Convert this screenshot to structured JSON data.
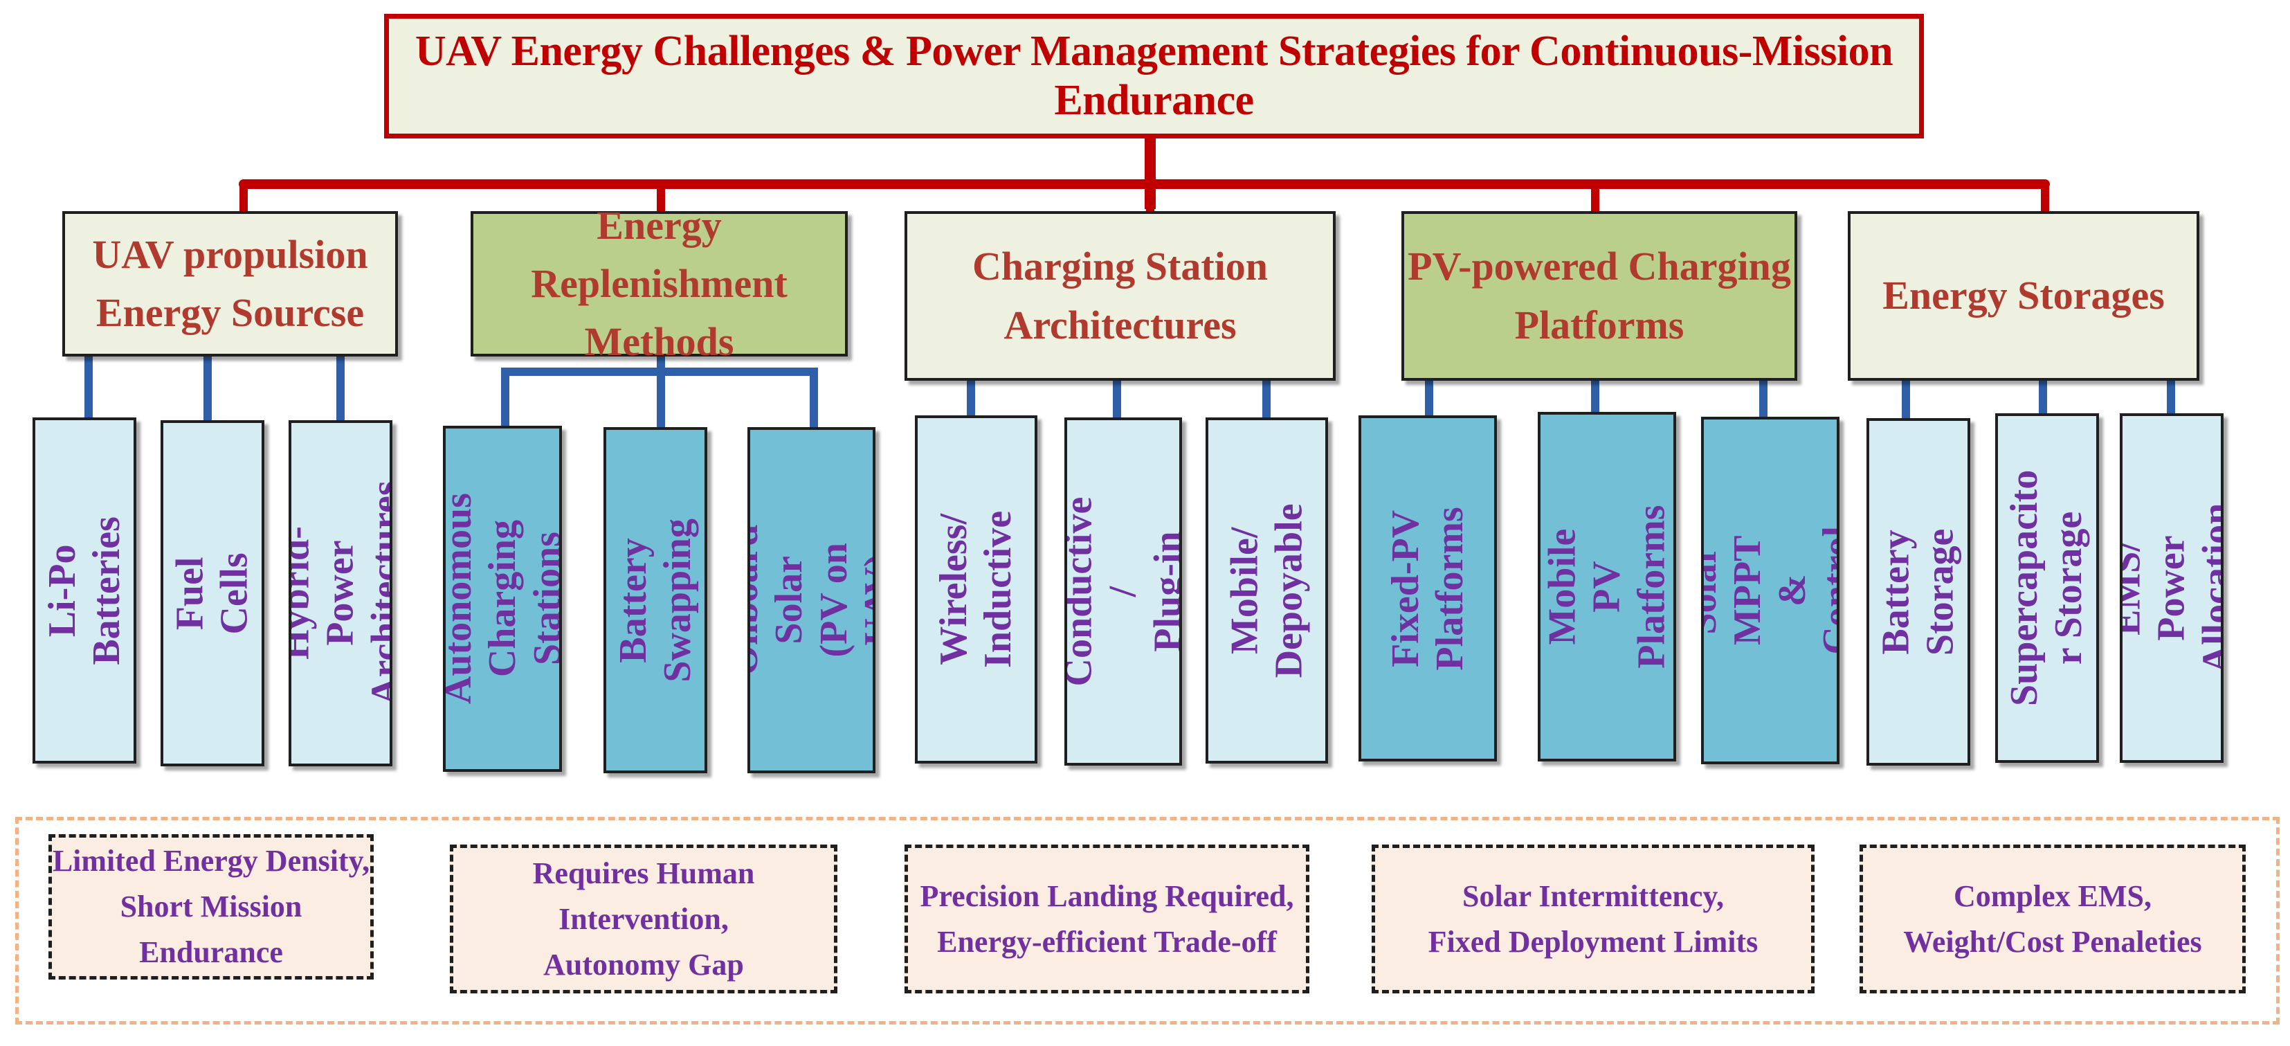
{
  "title": "UAV Energy Challenges & Power Management Strategies for Continuous-Mission Endurance",
  "colors": {
    "title_border": "#c00000",
    "title_text": "#c00000",
    "trunk_line": "#c00000",
    "branch_line": "#2e5fa8",
    "category_light_fill": "#eef1df",
    "category_green_fill": "#b9cf8b",
    "category_text": "#b03a2e",
    "leaf_pale_fill": "#d4ecf2",
    "leaf_teal_fill": "#72bfd6",
    "leaf_text": "#7030a0",
    "challenge_fill": "#fcede3",
    "challenge_frame": "#f4b183"
  },
  "categories": [
    {
      "label": "UAV propulsion\nEnergy Sourcse",
      "style": "light",
      "children": [
        "Li-Po\nBatteries",
        "Fuel Cells",
        "Hybrid-Power\nArchitectures"
      ]
    },
    {
      "label": "Energy Replenishment\nMethods",
      "style": "green",
      "children": [
        "Autonomous\nCharging\nStations",
        "Battery\nSwapping",
        "Onboard\nSolar (PV on\nUAV)"
      ]
    },
    {
      "label": "Charging Station\nArchitectures",
      "style": "light",
      "children": [
        "Wireless/\nInductive",
        "Conductive /\nPlug-in",
        "Mobile/\nDepoyable"
      ]
    },
    {
      "label": "PV-powered Charging\nPlatforms",
      "style": "green",
      "children": [
        "Fixed-PV\nPlatforms",
        "Mobile PV\nPlatforms",
        "Solar MPPT\n& Control"
      ]
    },
    {
      "label": "Energy Storages",
      "style": "light",
      "children": [
        "Battery\nStorage",
        "Supercapacito\nr Storage",
        "EMS/ Power\nAllocation"
      ]
    }
  ],
  "challenges": [
    "Limited Energy Density,\nShort Mission Endurance",
    "Requires Human Intervention,\nAutonomy Gap",
    "Precision Landing Required,\nEnergy-efficient Trade-off",
    "Solar Intermittency,\nFixed Deployment Limits",
    "Complex EMS,\nWeight/Cost Penaleties"
  ]
}
